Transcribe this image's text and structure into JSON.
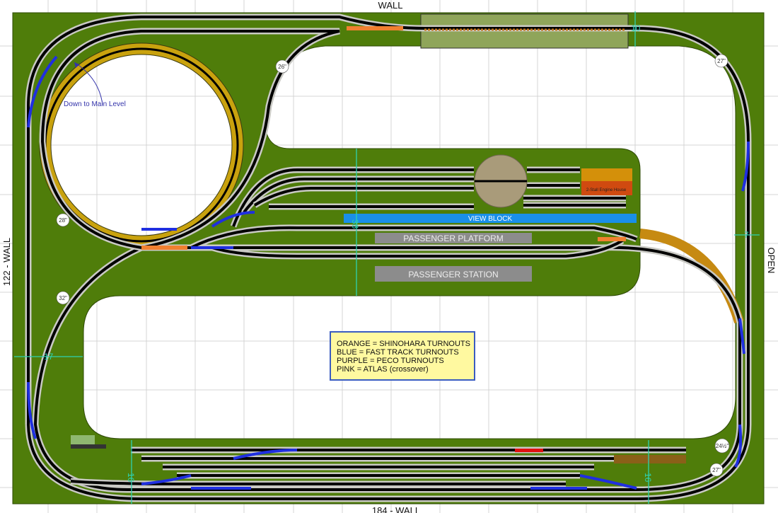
{
  "walls": {
    "top": "WALL",
    "left": "122 - WALL",
    "bottom": "184 - WALL",
    "right": "OPEN"
  },
  "structures": {
    "view_block": "VIEW BLOCK",
    "passenger_platform": "PASSENGER PLATFORM",
    "passenger_station": "PASSENGER STATION",
    "engine_house": "2-Stall Engine House"
  },
  "annotations": {
    "helix_note": "Down to Main Level"
  },
  "radii": [
    "26\"",
    "27\"",
    "28\"",
    "32\"",
    "24½\"",
    "27\""
  ],
  "dimensions": {
    "top_width": "10",
    "left_width": "17",
    "center_depth": "36",
    "right_width": "7",
    "bottom_left": "16",
    "bottom_right": "16"
  },
  "legend": [
    "ORANGE = SHINOHARA TURNOUTS",
    "BLUE = FAST TRACK TURNOUTS",
    "PURPLE = PECO TURNOUTS",
    "PINK = ATLAS (crossover)"
  ],
  "colors": {
    "board": "#4f7d0a",
    "shinohara": "#f08030",
    "fast_track": "#1f2fe0",
    "view_block": "#1a8fe8",
    "legend_bg": "#fff9a0"
  }
}
